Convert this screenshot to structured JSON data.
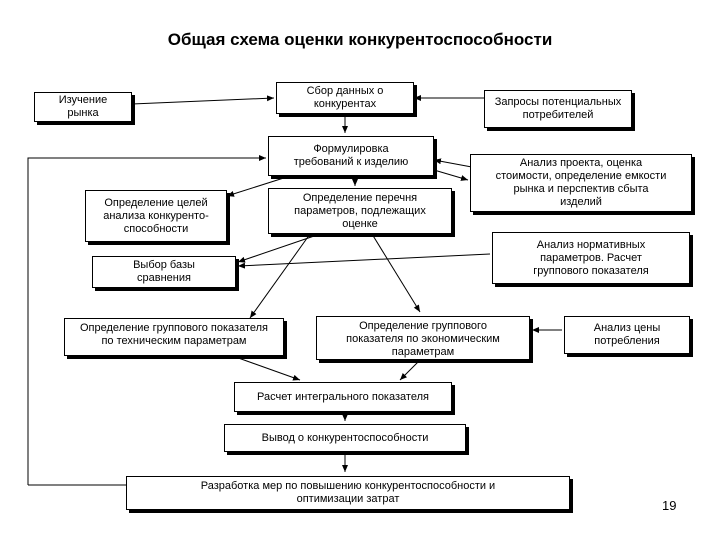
{
  "title": "Общая схема оценки конкурентоспособности",
  "boxes": {
    "market_study": "Изучение\nрынка",
    "competitor_data": "Сбор данных о\nконкурентах",
    "consumer_requests": "Запросы потенциальных\nпотребителей",
    "product_requirements": "Формулировка\nтребований к изделию",
    "project_analysis": "Анализ проекта, оценка\nстоимости, определение емкости\nрынка и перспектив сбыта\nизделий",
    "goals": "Определение целей\nанализа конкуренто-\nспособности",
    "parameters_list": "Определение перечня\nпараметров, подлежащих\nоценке",
    "normative_params": "Анализ нормативных\nпараметров. Расчет\nгруппового показателя",
    "comparison_base": "Выбор базы\nсравнения",
    "group_tech": "Определение группового показателя\nпо техническим параметрам",
    "group_econ": "Определение группового\nпоказателя по экономическим\nпараметрам",
    "consumption_price": "Анализ цены\nпотребления",
    "integral": "Расчет интегрального показателя",
    "conclusion": "Вывод о конкурентоспособности",
    "measures": "Разработка мер по повышению конкурентоспособности и\nоптимизации затрат"
  },
  "page_number": "19"
}
